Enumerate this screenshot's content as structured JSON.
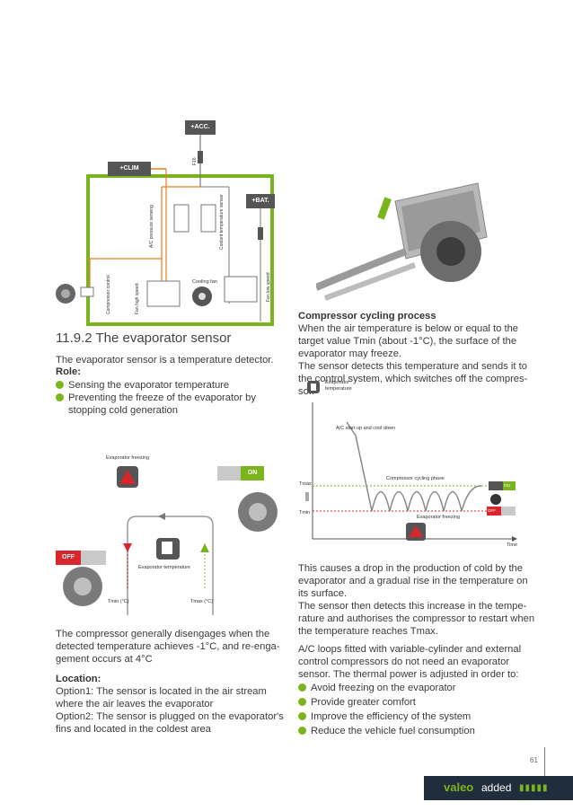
{
  "wiring": {
    "acc_label": "+ACC.",
    "clim_label": "+CLIM",
    "bat_label": "+BAT.",
    "fuse_label": "F16",
    "ac_pressure_label": "A/C pressure sensing",
    "coolant_temp_label": "Coolant temperature sensor",
    "compressor_control_label": "Compressor control",
    "fan_high_label": "Fan high speed",
    "cooling_fan_label": "Cooling fan",
    "fan_low_label": "Fan low speed"
  },
  "left": {
    "section_title": "11.9.2 The evaporator sensor",
    "intro": "The evaporator sensor is a temperature detector.",
    "role_label": "Role:",
    "role_bullets": [
      "Sensing the evaporator temperature",
      "Preventing the freeze of the evaporator by",
      "stopping cold generation"
    ],
    "diagram": {
      "freezing_label": "Evaporator freezing",
      "on_label": "ON",
      "off_label": "OFF",
      "evap_temp_label": "Evaporator temperature",
      "tmin_label": "Tmin (°C)",
      "tmax_label": "Tmax (°C)"
    },
    "para1_lines": [
      "The compressor generally disengages when the",
      "detected temperature achieves -1°C, and re-enga-",
      "gement occurs at 4°C"
    ],
    "location_label": "Location:",
    "location_lines": [
      "Option1: The sensor is located in the air stream",
      "where the air leaves the evaporator",
      "Option2: The sensor is plugged on the evaporator's",
      "fins and located in the coldest area"
    ]
  },
  "right": {
    "process_title": "Compressor cycling process",
    "process_lines": [
      "When the air temperature is below or equal to the",
      "target value Tmin (about -1°C), the surface of the",
      "evaporator may freeze.",
      "The sensor detects this temperature and sends it to",
      "the control system, which switches off the compres-",
      "sor."
    ],
    "graph": {
      "y_label_1": "Evaporator",
      "y_label_2": "temperature",
      "start_label": "A/C start up and cool down",
      "cycling_label": "Compressor cycling phase",
      "tmax": "Tmax",
      "tmin": "Tmin",
      "freezing_label": "Evaporator freezing",
      "time_label": "Time",
      "on_label": "ON",
      "off_label": "OFF"
    },
    "para2_lines": [
      "This causes a drop in the production of cold by the",
      "evaporator and a gradual rise in the temperature on",
      "its surface.",
      "The sensor then detects this increase in the tempe-",
      "rature and authorises the compressor to restart when",
      "the temperature reaches Tmax."
    ],
    "para3_lines": [
      "A/C loops fitted with variable-cylinder and external",
      "control compressors do not need an evaporator",
      "sensor. The thermal power is adjusted in order to:"
    ],
    "bullets": [
      "Avoid freezing on the evaporator",
      "Provide greater comfort",
      "Improve the efficiency of the system",
      "Reduce the vehicle fuel consumption"
    ]
  },
  "footer": {
    "page_number": "61",
    "brand": "valeo",
    "brand_suffix": "added"
  },
  "colors": {
    "accent_green": "#7ab51d",
    "orange_wire": "#e67e22",
    "red_off": "#d9262c",
    "footer_bg": "#1f2d3d"
  }
}
